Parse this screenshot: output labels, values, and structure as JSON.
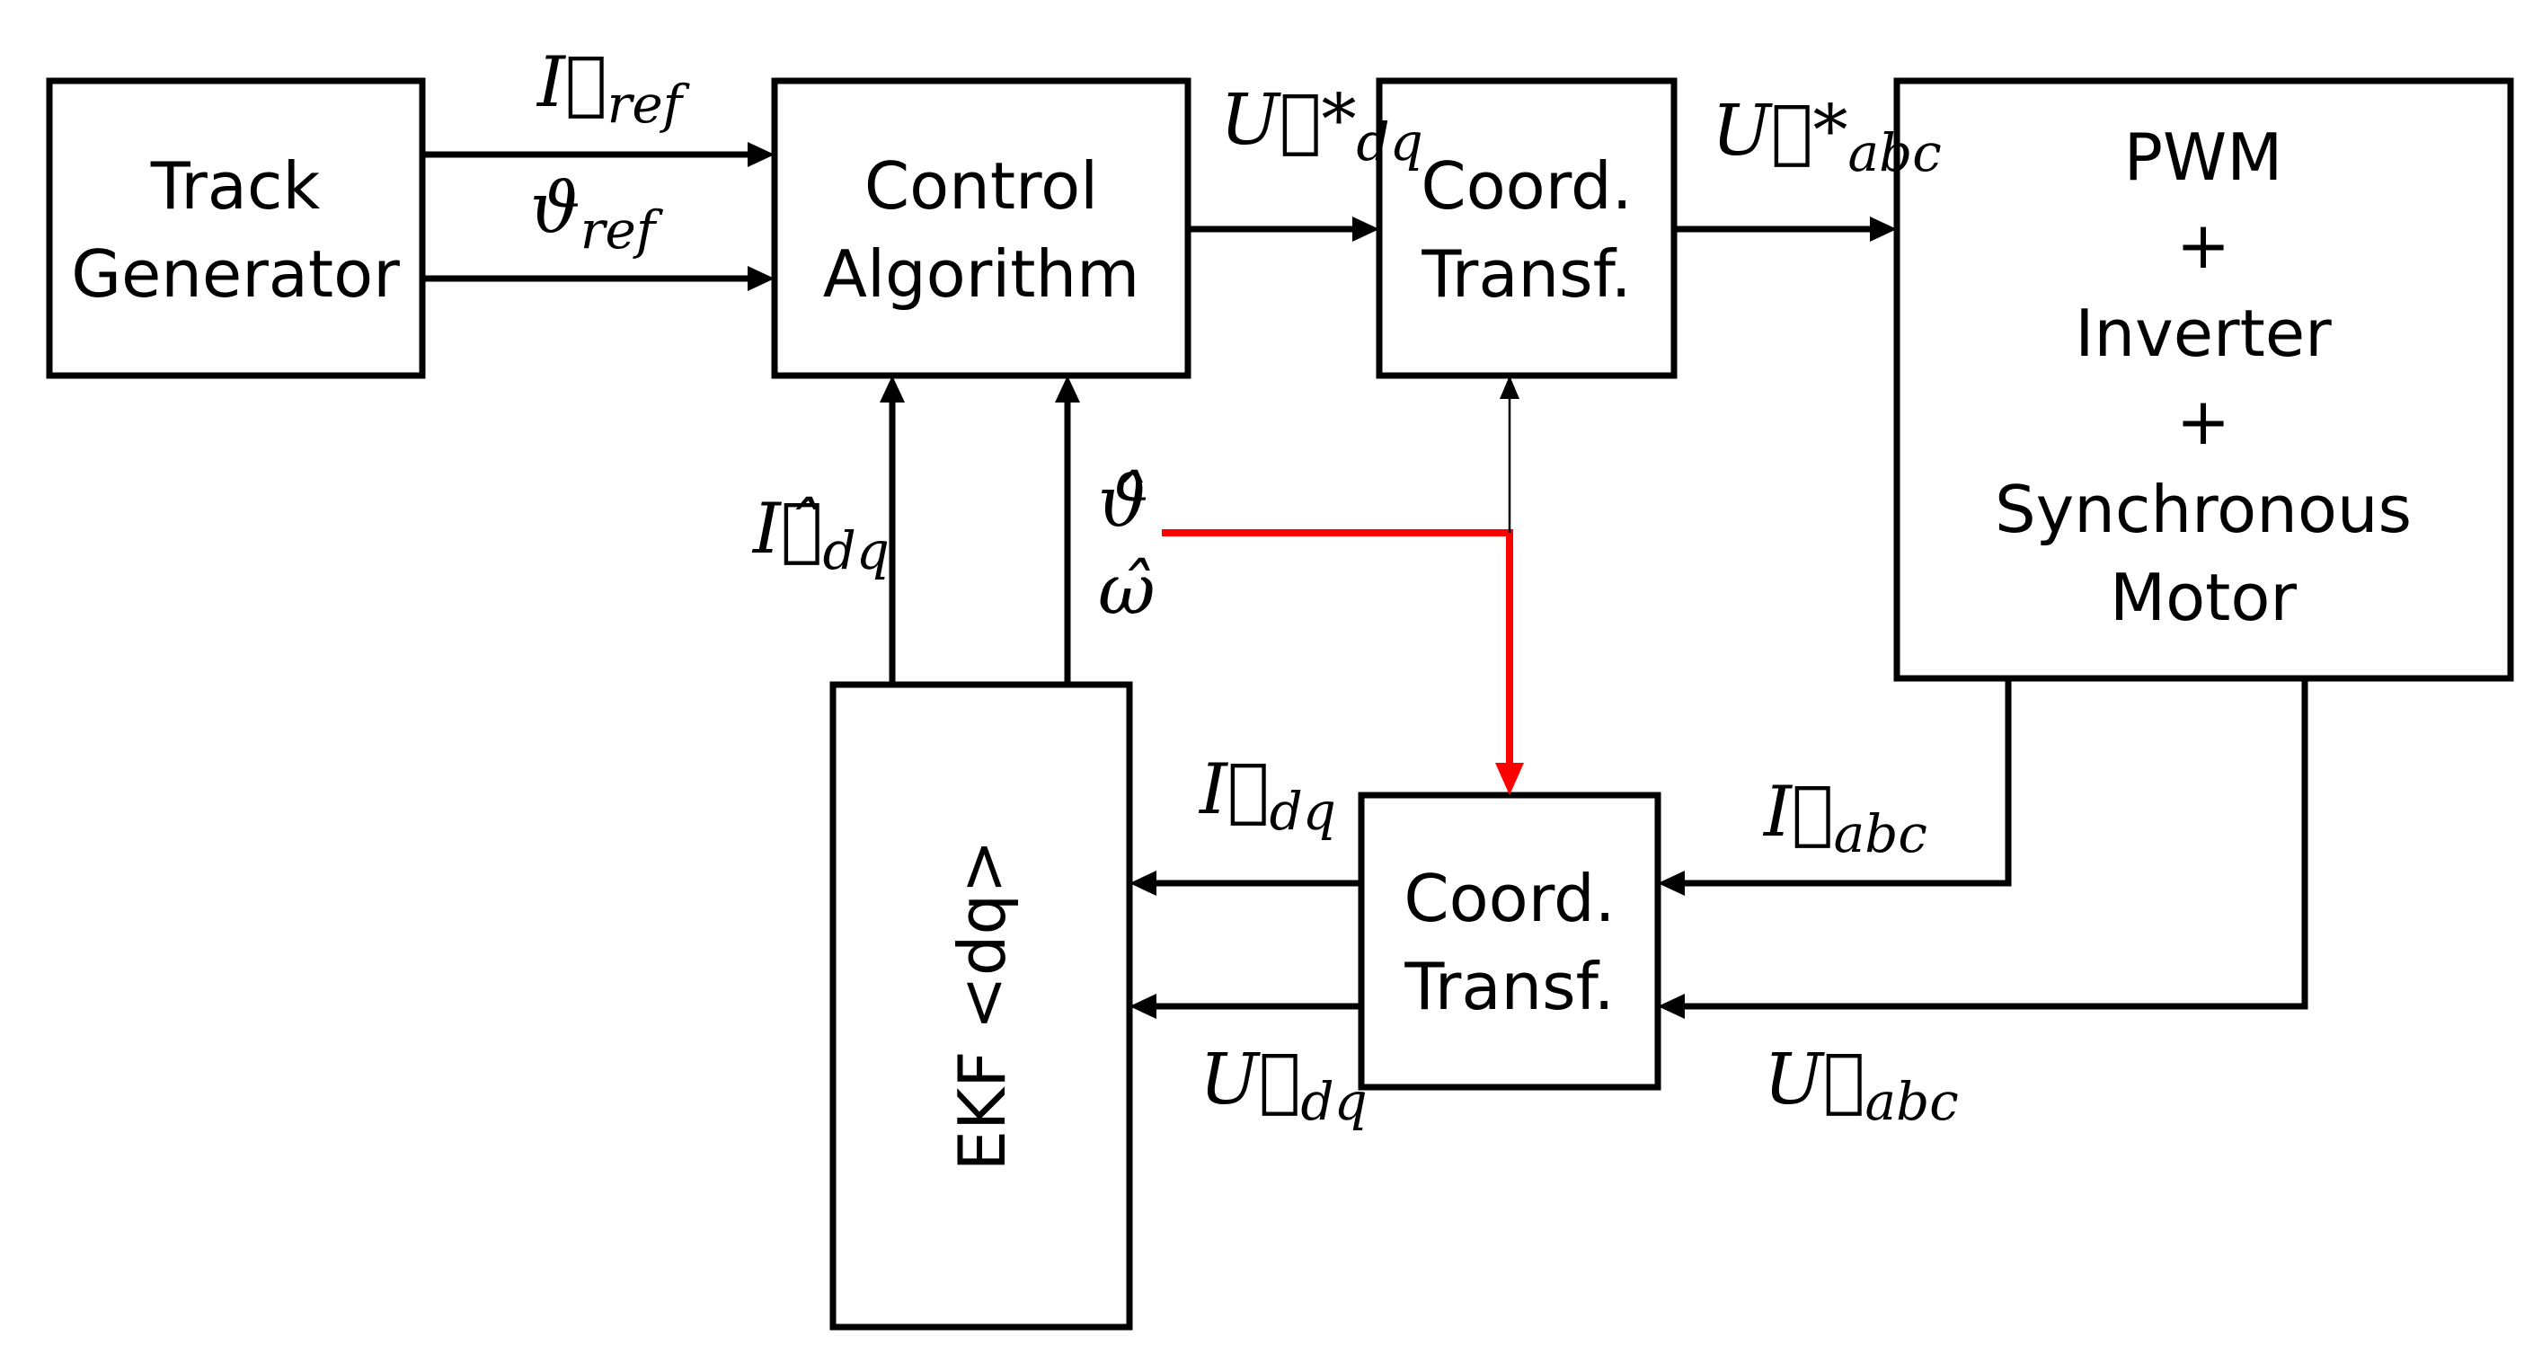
{
  "blocks": {
    "track_generator": [
      "Track",
      "Generator"
    ],
    "control_algorithm": [
      "Control",
      "Algorithm"
    ],
    "coord_transf_top": [
      "Coord.",
      "Transf."
    ],
    "coord_transf_bottom": [
      "Coord.",
      "Transf."
    ],
    "pwm_motor": [
      "PWM",
      "+",
      "Inverter",
      "+",
      "Synchronous",
      "Motor"
    ],
    "ekf": "EKF <dq>"
  },
  "signals": {
    "i_ref": {
      "base": "I⃗",
      "sub": "ref"
    },
    "theta_ref": {
      "base": "ϑ",
      "sub": "ref"
    },
    "u_dq_star": {
      "base": "U⃗*",
      "sub": "dq"
    },
    "u_abc_star": {
      "base": "U⃗*",
      "sub": "abc"
    },
    "i_dq_hat": {
      "base": "I⃗̂",
      "sub": "dq"
    },
    "theta_hat": {
      "base": "ϑ̂",
      "sub": ""
    },
    "omega_hat": {
      "base": "ω̂",
      "sub": ""
    },
    "i_dq": {
      "base": "I⃗",
      "sub": "dq"
    },
    "u_dq": {
      "base": "U⃗",
      "sub": "dq"
    },
    "i_abc": {
      "base": "I⃗",
      "sub": "abc"
    },
    "u_abc": {
      "base": "U⃗",
      "sub": "abc"
    }
  },
  "colors": {
    "line": "#000000",
    "highlight": "#ff0000",
    "background": "#ffffff"
  }
}
